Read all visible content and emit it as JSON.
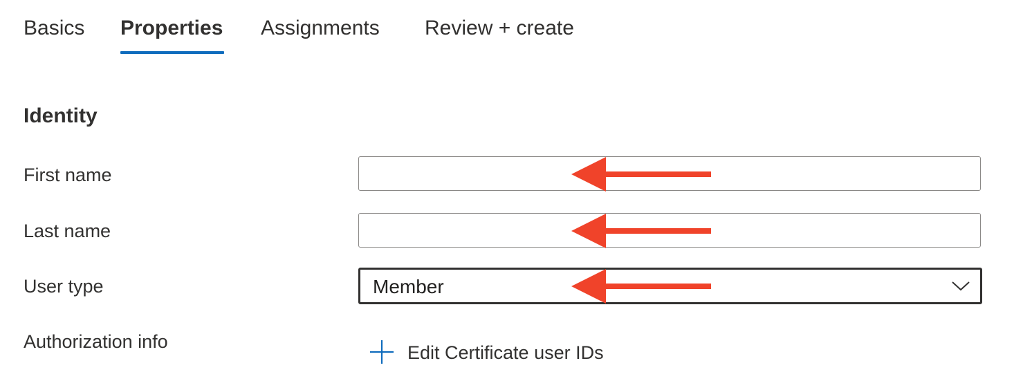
{
  "tabs": [
    {
      "label": "Basics",
      "active": false
    },
    {
      "label": "Properties",
      "active": true
    },
    {
      "label": "Assignments",
      "active": false
    },
    {
      "label": "Review + create",
      "active": false
    }
  ],
  "section": {
    "title": "Identity"
  },
  "fields": {
    "first_name": {
      "label": "First name",
      "value": "",
      "placeholder": ""
    },
    "last_name": {
      "label": "Last name",
      "value": "",
      "placeholder": ""
    },
    "user_type": {
      "label": "User type",
      "value": "Member"
    },
    "authorization": {
      "label": "Authorization info",
      "action_label": "Edit Certificate user IDs"
    }
  },
  "annotations": {
    "arrow_color": "#f0432a",
    "arrow_count": 3
  },
  "colors": {
    "accent": "#0f6cbd",
    "text": "#323130",
    "border": "#8a8886"
  },
  "icons": {
    "select": "chevron-down-icon",
    "add": "plus-icon"
  }
}
